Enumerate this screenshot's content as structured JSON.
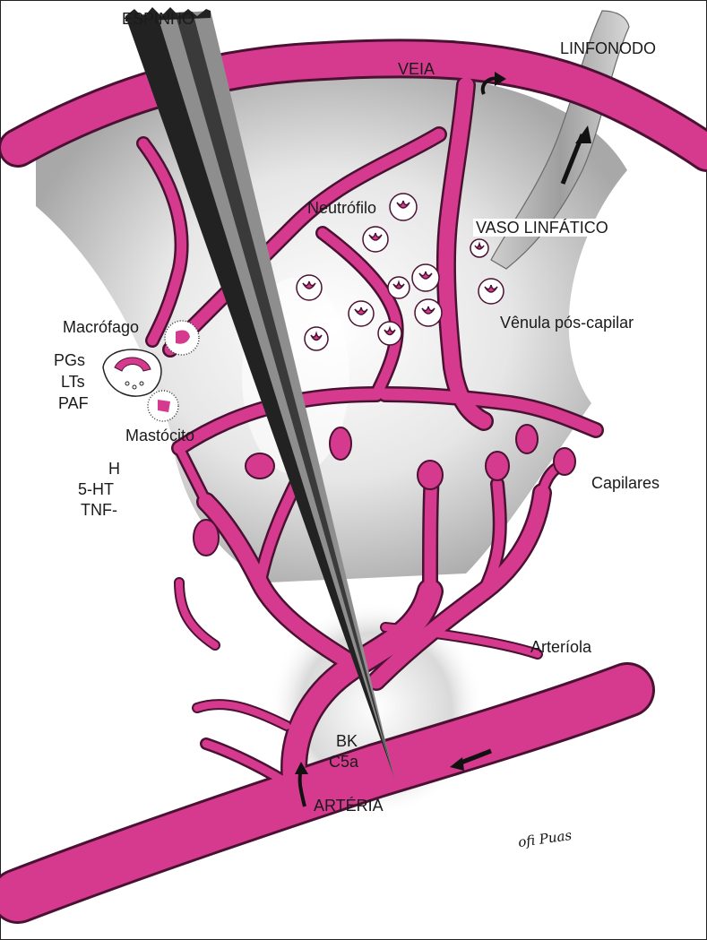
{
  "labels": {
    "thorn": "ESPINHO",
    "vein": "VEIA",
    "lymph_node": "LINFONODO",
    "neutrophil": "Neutrófilo",
    "lymph_vessel": "VASO LINFÁTICO",
    "macrophage": "Macrófago",
    "postcap_venule": "Vênula pós-capilar",
    "pgs": "PGs",
    "lts": "LTs",
    "paf": "PAF",
    "mast_cell": "Mastócito",
    "h": "H",
    "serotonin": "5-HT",
    "tnf": "TNF-",
    "capillaries": "Capilares",
    "arteriole": "Arteríola",
    "bk": "BK",
    "c5a": "C5a",
    "artery": "ARTÉRIA",
    "signature": "ofi Puas"
  },
  "colors": {
    "vessel": "#d63a8e",
    "vessel_dark": "#4a1232",
    "tissue_shadow": "#9a9a9a",
    "thorn_dark": "#222222",
    "thorn_light": "#8e8e8e",
    "lymph": "#bdbdbd"
  }
}
